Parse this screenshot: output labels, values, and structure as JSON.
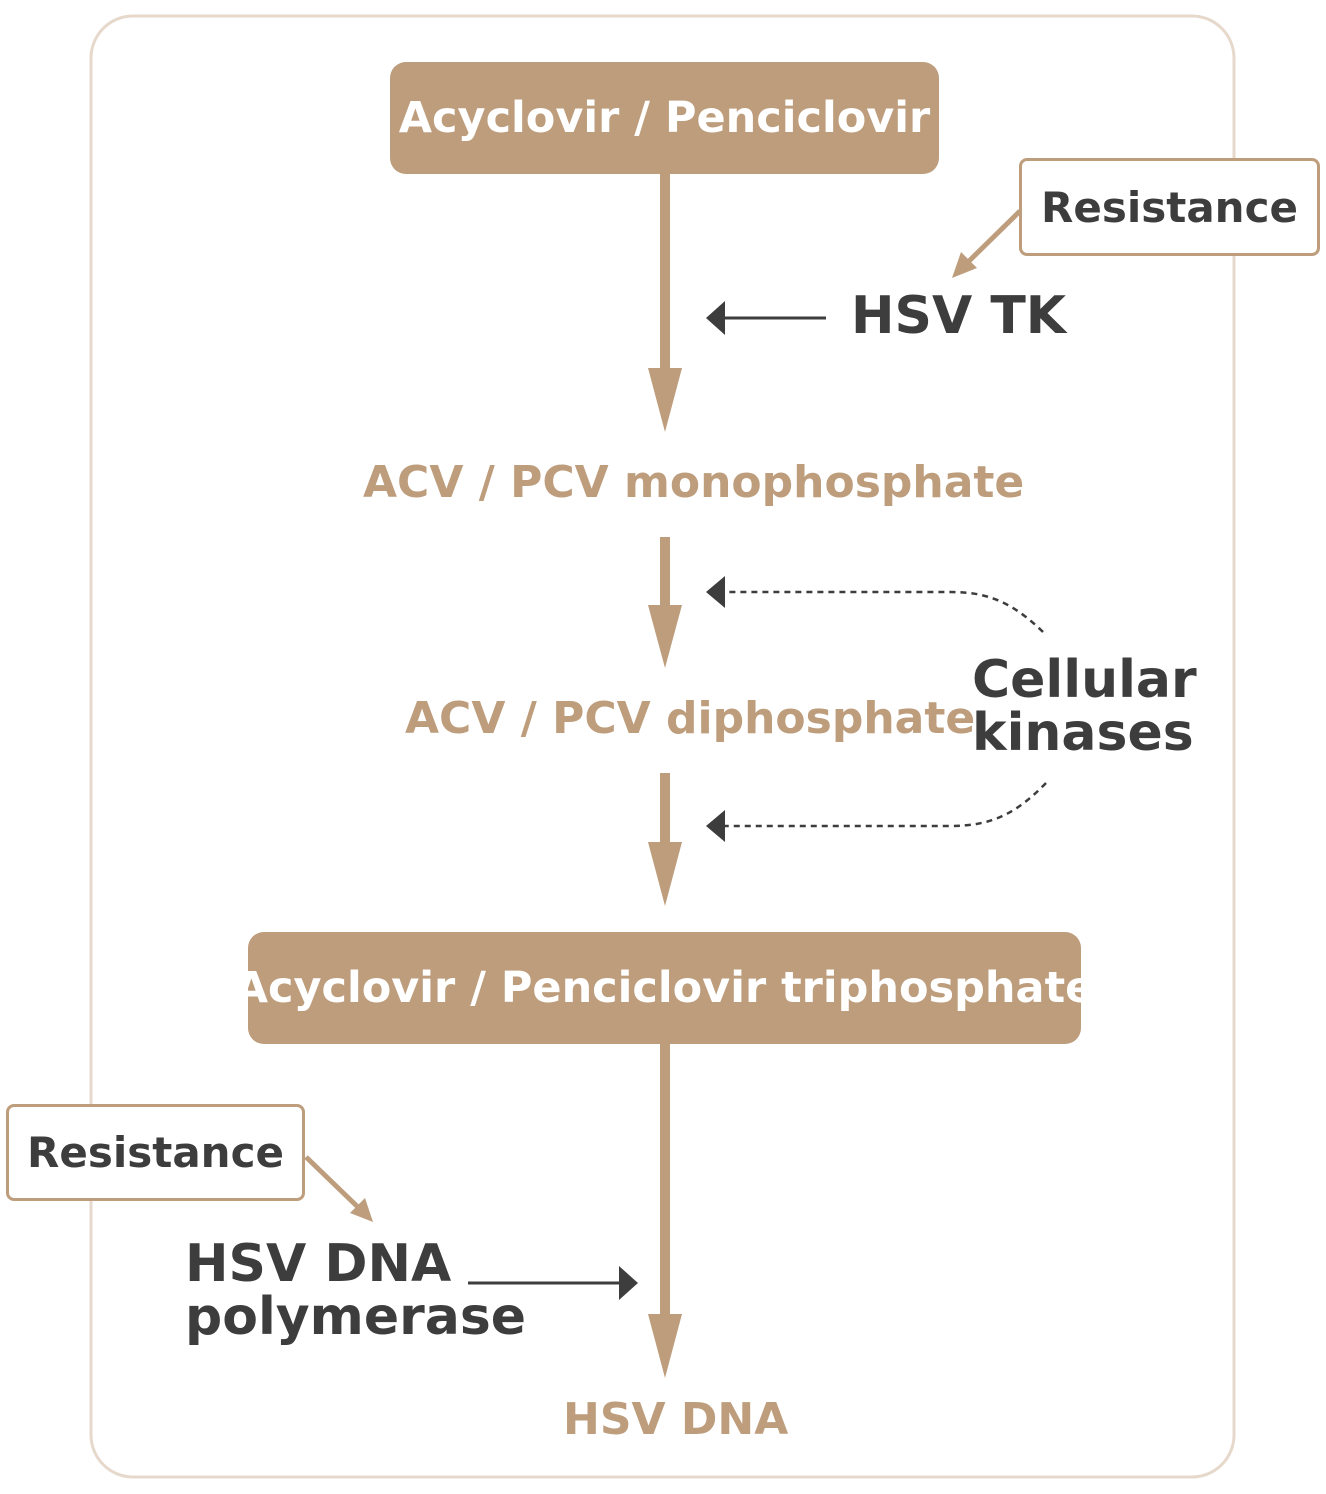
{
  "nodes": {
    "drug": "Acyclovir / Penciclovir",
    "monophosphate": "ACV / PCV monophosphate",
    "diphosphate": "ACV / PCV diphosphate",
    "triphosphate": "Acyclovir / Penciclovir triphosphate",
    "dna": "HSV DNA"
  },
  "enzymes": {
    "tk": "HSV TK",
    "cellular_line1": "Cellular",
    "cellular_line2": "kinases",
    "polymerase_line1": "HSV DNA",
    "polymerase_line2": "polymerase"
  },
  "resistance": {
    "top": "Resistance",
    "bottom": "Resistance"
  },
  "colors": {
    "accent": "#bd9d7c",
    "dark": "#3d3d3d",
    "frame": "#e6d9cc"
  }
}
